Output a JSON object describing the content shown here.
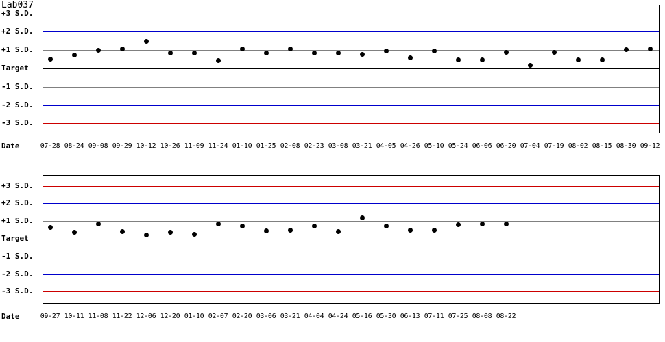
{
  "title": "Lab037",
  "axis": {
    "date_caption": "Date",
    "levels": [
      {
        "key": "p3",
        "label": "+3 S.D.",
        "color": "#cc0000",
        "sd": 3
      },
      {
        "key": "p2",
        "label": "+2 S.D.",
        "color": "#0000cc",
        "sd": 2
      },
      {
        "key": "p1",
        "label": "+1 S.D.",
        "color": "#808080",
        "sd": 1
      },
      {
        "key": "t0",
        "label": "Target",
        "color": "#000000",
        "sd": 0
      },
      {
        "key": "m1",
        "label": "-1 S.D.",
        "color": "#808080",
        "sd": -1
      },
      {
        "key": "m2",
        "label": "-2 S.D.",
        "color": "#0000cc",
        "sd": -2
      },
      {
        "key": "m3",
        "label": "-3 S.D.",
        "color": "#cc0000",
        "sd": -3
      }
    ]
  },
  "chart_data": [
    {
      "type": "scatter",
      "title": "Lab037",
      "xlabel": "Date",
      "ylabel": "S.D.",
      "ylim": [
        -3.8,
        3.8
      ],
      "grid": true,
      "legend": "none",
      "reference_lines": [
        3,
        2,
        1,
        0,
        -1,
        -2,
        -3
      ],
      "categories": [
        "07-28",
        "08-24",
        "09-08",
        "09-29",
        "10-12",
        "10-26",
        "11-09",
        "11-24",
        "01-10",
        "01-25",
        "02-08",
        "02-23",
        "03-08",
        "03-21",
        "04-05",
        "04-26",
        "05-10",
        "05-24",
        "06-06",
        "06-20",
        "07-04",
        "07-19",
        "08-02",
        "08-15",
        "08-30",
        "09-12"
      ],
      "values": [
        0.52,
        0.74,
        1.0,
        1.07,
        1.48,
        0.85,
        0.85,
        0.44,
        1.07,
        0.85,
        1.07,
        0.85,
        0.85,
        0.78,
        0.96,
        0.56,
        0.96,
        0.48,
        0.48,
        0.89,
        0.15,
        0.89,
        0.48,
        0.48,
        1.04,
        1.07
      ]
    },
    {
      "type": "scatter",
      "title": "",
      "xlabel": "Date",
      "ylabel": "S.D.",
      "ylim": [
        -3.8,
        3.8
      ],
      "grid": true,
      "legend": "none",
      "reference_lines": [
        3,
        2,
        1,
        0,
        -1,
        -2,
        -3
      ],
      "categories": [
        "09-27",
        "10-11",
        "11-08",
        "11-22",
        "12-06",
        "12-20",
        "01-10",
        "02-07",
        "02-20",
        "03-06",
        "03-21",
        "04-04",
        "04-24",
        "05-16",
        "05-30",
        "06-13",
        "07-11",
        "07-25",
        "08-08",
        "08-22"
      ],
      "values": [
        0.65,
        0.38,
        0.85,
        0.42,
        0.23,
        0.35,
        0.27,
        0.85,
        0.73,
        0.46,
        0.5,
        0.73,
        0.42,
        1.19,
        0.73,
        0.5,
        0.5,
        0.81,
        0.85,
        0.85
      ]
    }
  ]
}
